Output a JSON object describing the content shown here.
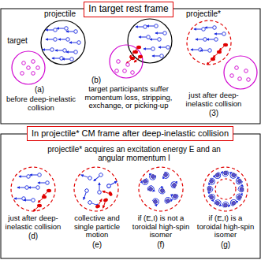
{
  "diagram": {
    "nodes": [
      {
        "text": [
          "In target rest frame"
        ]
      },
      {
        "text": [
          "In projectile* CM frame after deep-inelastic collision"
        ]
      }
    ],
    "labels": [
      "projectile",
      "target",
      "projectile*",
      "(a)",
      "before deep-inelastic collision",
      "(b)",
      "target participants suffer momentum loss, stripping, exchange, or picking-up",
      "just after deep-inelastic collision",
      "(3)",
      "projectile* acquires an excitation energy E and an angular momentum I",
      "just after deep-inelastic collision",
      "(d)",
      "collective and single particle motion",
      "(e)",
      "if (E,I) is not a toroidal high-spin isomer",
      "(f)",
      "if (E,I) is a toroidal high-spin isomer",
      "(g)"
    ]
  }
}
